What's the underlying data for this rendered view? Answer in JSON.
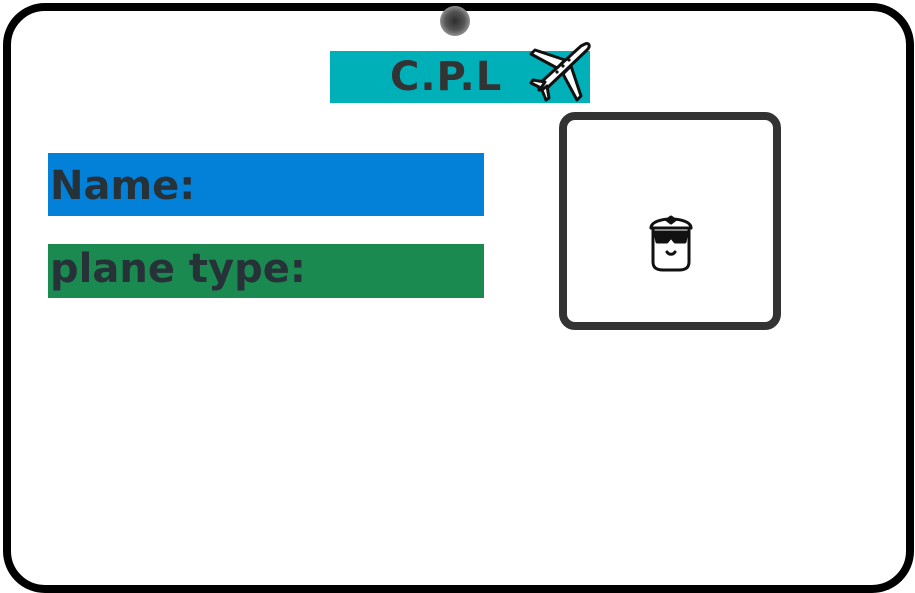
{
  "card": {
    "title": "C.P.L",
    "title_icon": "airplane-icon",
    "fields": [
      {
        "label": "Name:",
        "color": "#0381d8"
      },
      {
        "label": "plane type:",
        "color": "#1a8a50"
      }
    ],
    "photo": {
      "icon": "pilot-icon"
    }
  },
  "colors": {
    "title_bar": "#00b0b8",
    "card_border": "#000000",
    "photo_border": "#333333"
  }
}
